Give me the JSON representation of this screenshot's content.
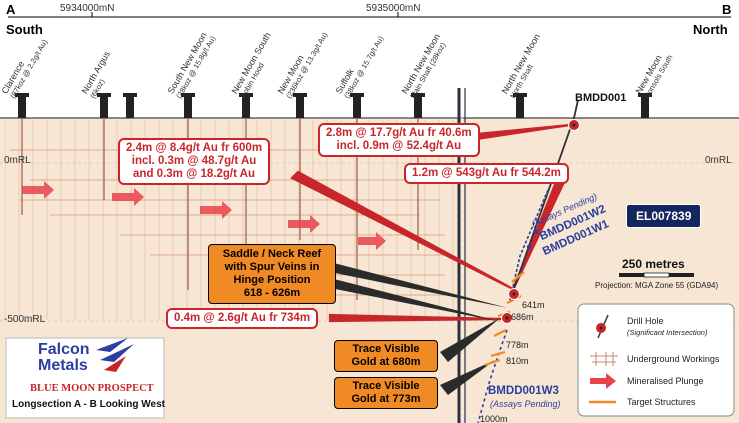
{
  "section": {
    "left_letter": "A",
    "left_label": "South",
    "right_letter": "B",
    "right_label": "North",
    "northing_1": "5934000mN",
    "northing_2": "5935000mN",
    "rl_0_left": "0mRL",
    "rl_0_right": "0mRL",
    "rl_500_left": "-500mRL"
  },
  "sites": [
    {
      "name": "Clarence",
      "sub": "(87koz @ 2.2g/t Au)"
    },
    {
      "name": "North Argus",
      "sub": "(6koz)"
    },
    {
      "name": "South New Moon",
      "sub": "(28koz @ 15.8g/t Au)"
    },
    {
      "name": "New Moon South",
      "sub": "Robin Hood"
    },
    {
      "name": "New Moon",
      "sub": "(236koz @ 13.3g/t Au)"
    },
    {
      "name": "Suffolk",
      "sub": "(38koz @ 15.7g/t Au)"
    },
    {
      "name": "North New Moon",
      "sub": "Main Shaft (28koz)"
    },
    {
      "name": "North New Moon",
      "sub": "North Shaft"
    },
    {
      "name": "New Moon",
      "sub": "Consols South"
    }
  ],
  "intercepts": {
    "box1_line1": "2.4m @ 8.4g/t Au fr 600m",
    "box1_line2": "incl. 0.3m @ 48.7g/t Au",
    "box1_line3": "and 0.3m @ 18.2g/t Au",
    "box2_line1": "2.8m @ 17.7g/t Au fr 40.6m",
    "box2_line2": "incl. 0.9m @ 52.4g/t Au",
    "box3": "1.2m @ 543g/t Au fr 544.2m",
    "box4": "0.4m @ 2.6g/t Au fr 734m"
  },
  "callouts": {
    "saddle_line1": "Saddle / Neck Reef",
    "saddle_line2": "with Spur Veins in",
    "saddle_line3": "Hinge Position",
    "saddle_line4": "618 - 626m",
    "trace1_line1": "Trace Visible",
    "trace1_line2": "Gold at 680m",
    "trace2_line1": "Trace Visible",
    "trace2_line2": "Gold at 773m"
  },
  "holes": {
    "main": "BMDD001",
    "w2_pending": "(Assays Pending)",
    "w2": "BMDD001W2",
    "w1": "BMDD001W1",
    "w3": "BMDD001W3",
    "w3_pending": "(Assays Pending)"
  },
  "depths": {
    "d641": "641m",
    "d686": "686m",
    "d778": "778m",
    "d810": "810m",
    "d1000": "1000m"
  },
  "tenement": "EL007839",
  "scale": {
    "label": "250 metres",
    "projection": "Projection: MGA Zone 55 (GDA94)"
  },
  "legend": {
    "drill_hole": "Drill Hole",
    "drill_hole_sub": "(Significant Intersection)",
    "workings": "Underground Workings",
    "plunge": "Mineralised Plunge",
    "targets": "Target Structures"
  },
  "logo": {
    "line1": "Falcon",
    "line2": "Metals",
    "prospect": "BLUE MOON PROSPECT",
    "subtitle": "Longsection A - B Looking West"
  },
  "colors": {
    "ground": "#f6e6d3",
    "intercept_red": "#c8262b",
    "callout_orange": "#f08a24",
    "hole_blue": "#2c3fa0",
    "tenement_navy": "#13275e"
  }
}
